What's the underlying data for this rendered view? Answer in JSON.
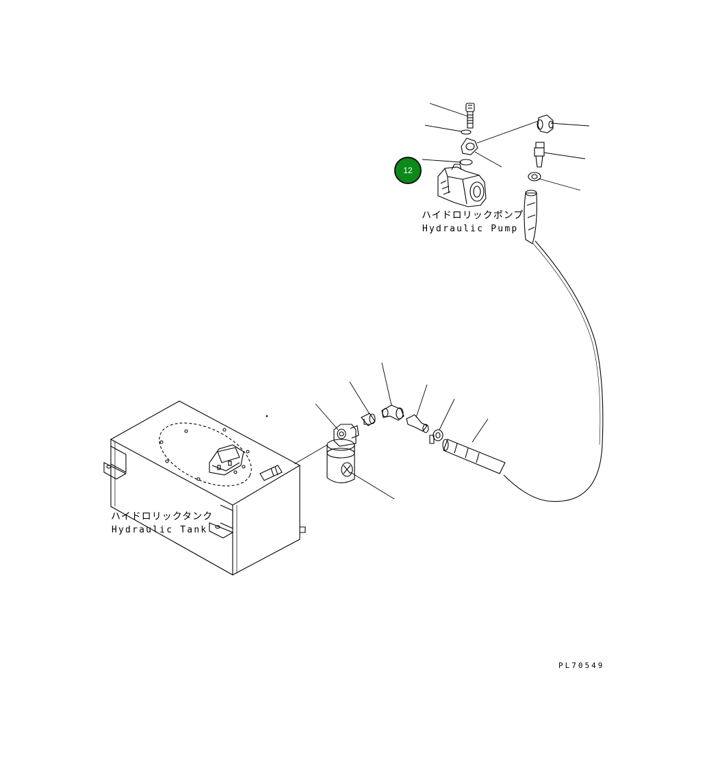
{
  "labels": {
    "pump_jp": "ハイドロリックポンプ",
    "pump_en": "Hydraulic Pump",
    "tank_jp": "ハイドロリックタンク",
    "tank_en": "Hydraulic Tank"
  },
  "callout": {
    "number": "12",
    "color": "#0b8a1a"
  },
  "drawing_number": "PL70549",
  "line_color": "#000000"
}
